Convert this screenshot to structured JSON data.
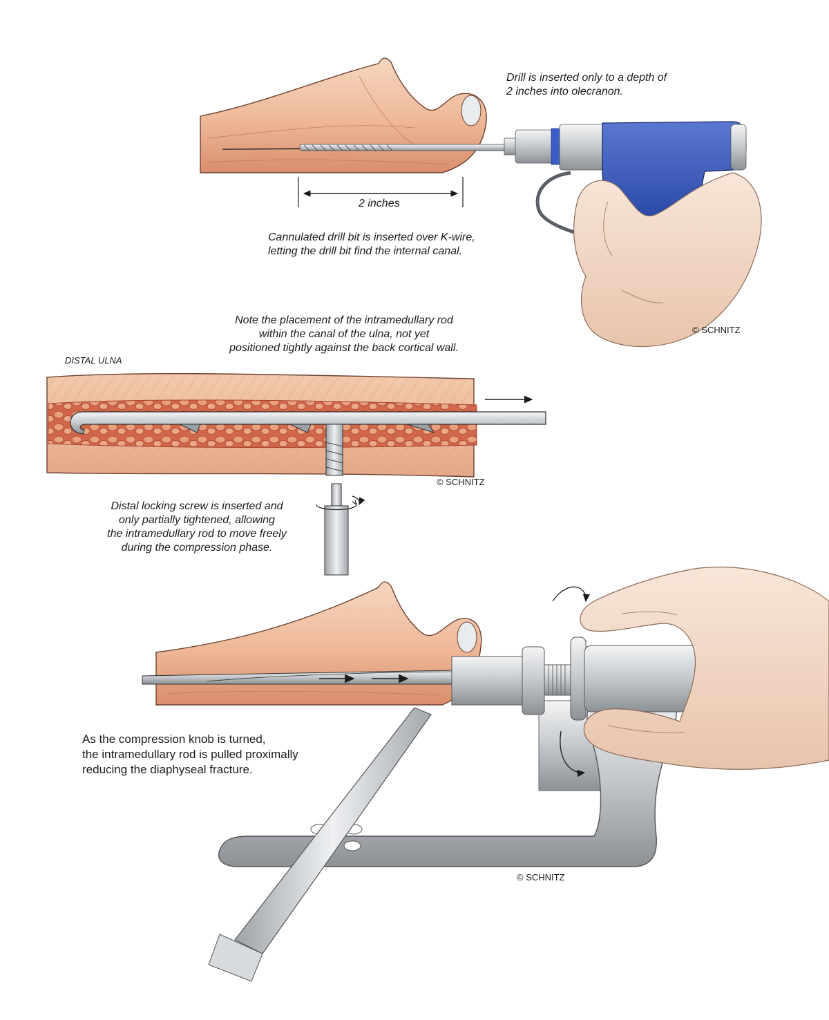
{
  "panel1": {
    "drill_depth_caption": [
      "Drill is inserted only to a depth of",
      "2 inches into olecranon."
    ],
    "measure_label": "2 inches",
    "cannulated_caption": [
      "Cannulated drill bit is inserted over K-wire,",
      "letting the drill bit find the internal canal."
    ],
    "copyright": "© SCHNITZ"
  },
  "panel2": {
    "placement_caption": [
      "Note the placement of the intramedullary rod",
      "within the canal of the ulna, not yet",
      "positioned tightly against the back cortical wall."
    ],
    "bone_label": "DISTAL ULNA",
    "copyright": "© SCHNITZ",
    "screw_caption": [
      "Distal locking screw is inserted and",
      "only partially tightened, allowing",
      "the intramedullary rod to move freely",
      "during the compression phase."
    ]
  },
  "panel3": {
    "compression_caption": [
      "As the compression knob is turned,",
      "the intramedullary rod is pulled proximally",
      "reducing the diaphyseal fracture."
    ],
    "copyright": "© SCHNITZ"
  },
  "colors": {
    "bone": "#f2c8ad",
    "bone_shadow": "#d9906e",
    "marrow": "#c9553a",
    "drill_blue": "#2848a8",
    "metal": "#bfc3c8",
    "skin": "#f4d9c6"
  }
}
